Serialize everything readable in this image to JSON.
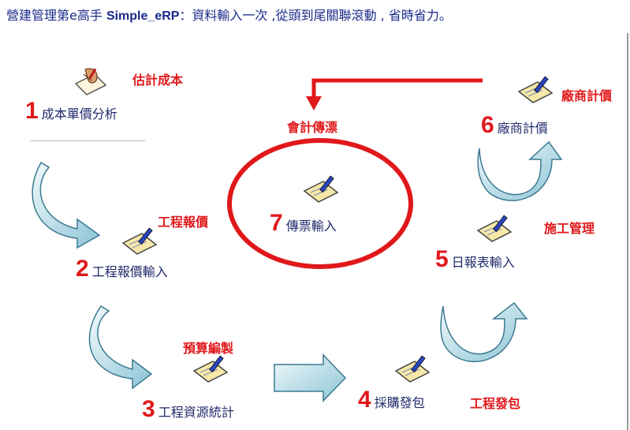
{
  "title": {
    "prefix": "營建管理第e高手 ",
    "product": "Simple_eRP",
    "suffix": "：資料輸入一次 ,從頭到尾關聯滾動 , 省時省力。"
  },
  "steps": [
    {
      "num": "1",
      "label": "成本單價分析",
      "tag": "估計成本"
    },
    {
      "num": "2",
      "label": "工程報價輸入",
      "tag": "工程報價"
    },
    {
      "num": "3",
      "label": "工程資源統計",
      "tag": "預算編製"
    },
    {
      "num": "4",
      "label": "採購發包",
      "tag": "工程發包"
    },
    {
      "num": "5",
      "label": "日報表輸入",
      "tag": "施工管理"
    },
    {
      "num": "6",
      "label": "廠商計價",
      "tag": "廠商計價"
    },
    {
      "num": "7",
      "label": "傳票輸入",
      "tag": "會計傳漂"
    }
  ],
  "icons": {
    "step1": "hand-writing-icon",
    "others": "notebook-pen-icon"
  },
  "colors": {
    "accent_red": "#e0181a",
    "label_navy": "#202a6a",
    "arrow_fill": "#a8d4e0",
    "arrow_stroke": "#3a7a90"
  }
}
